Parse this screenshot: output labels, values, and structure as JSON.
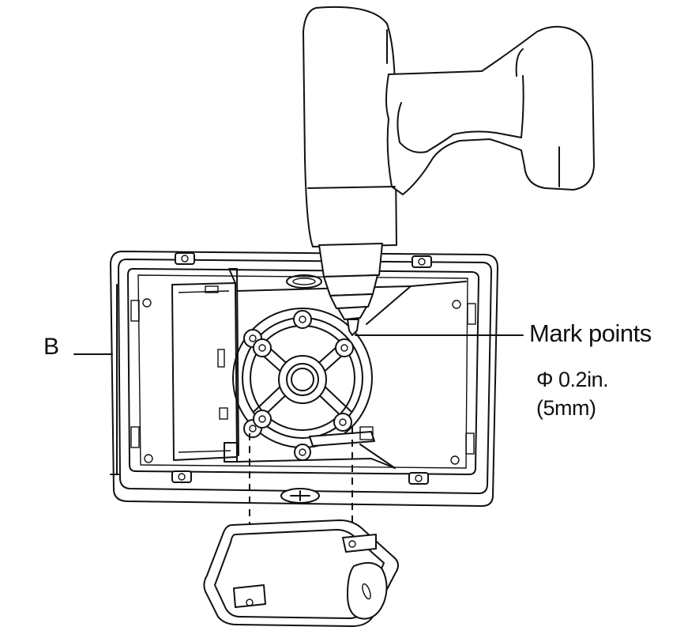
{
  "labels": {
    "b": "B",
    "mark_points": "Mark points",
    "diameter": "Φ 0.2in.",
    "diameter_mm": "(5mm)"
  }
}
